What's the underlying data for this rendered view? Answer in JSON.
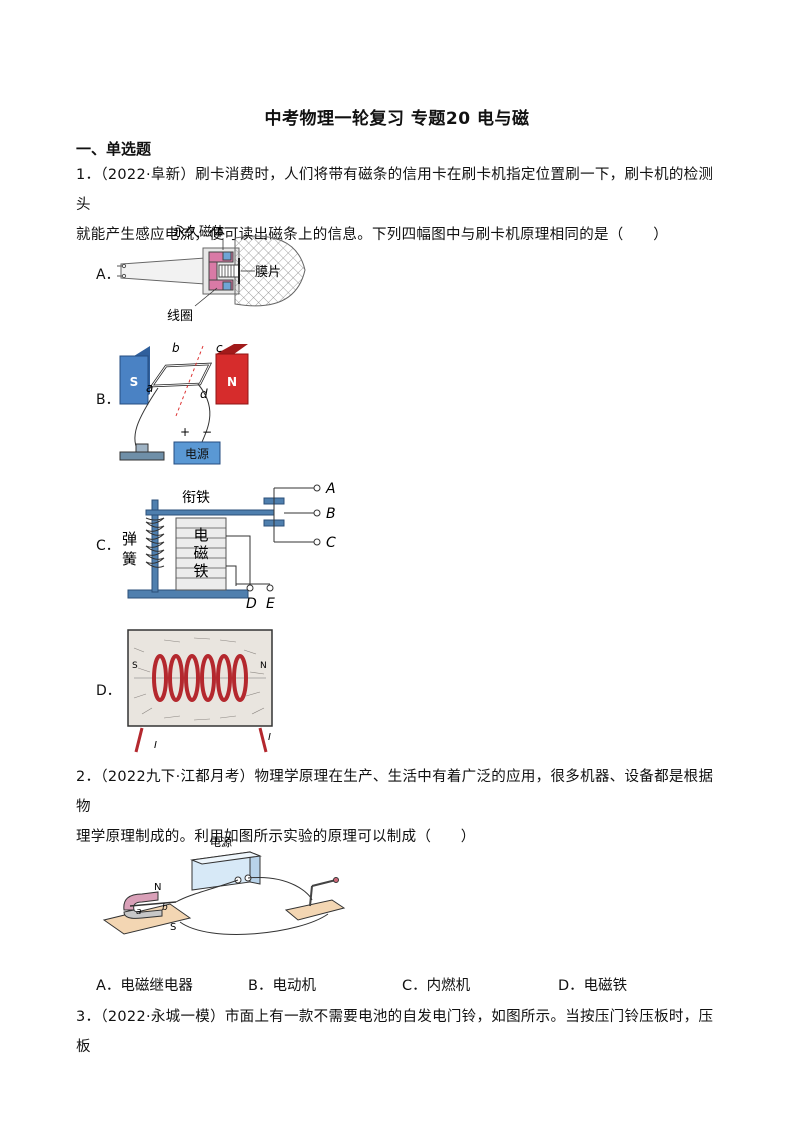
{
  "title": "中考物理一轮复习 专题20 电与磁",
  "section": "一、单选题",
  "q1": {
    "line1": "1．（2022·阜新）刷卡消费时，人们将带有磁条的信用卡在刷卡机指定位置刷一下，刷卡机的检测头",
    "line2": "就能产生感应电流，便可读出磁条上的信息。下列四幅图中与刷卡机原理相同的是（　　）",
    "options": [
      "A．",
      "B．",
      "C．",
      "D．"
    ],
    "figA": {
      "magnet": "永久磁体",
      "membrane": "膜片",
      "coil": "线圈"
    },
    "figB": {
      "s": "S",
      "n": "N",
      "a": "a",
      "b": "b",
      "c": "c",
      "d": "d",
      "plus": "+",
      "minus": "−",
      "power": "电源"
    },
    "figC": {
      "armature": "衔铁",
      "spring1": "弹",
      "spring2": "簧",
      "em1": "电",
      "em2": "磁",
      "em3": "铁",
      "A": "A",
      "B": "B",
      "C": "C",
      "D": "D",
      "E": "E"
    },
    "figD": {
      "s": "S",
      "n": "N",
      "i1": "I",
      "i2": "I"
    }
  },
  "q2": {
    "line1": "2．（2022九下·江都月考）物理学原理在生产、生活中有着广泛的应用，很多机器、设备都是根据物",
    "line2": "理学原理制成的。利用如图所示实验的原理可以制成（　　）",
    "fig": {
      "power": "电源",
      "n": "N",
      "s": "S",
      "a": "a",
      "b": "b"
    },
    "choices": [
      "A．电磁继电器",
      "B．电动机",
      "C．内燃机",
      "D．电磁铁"
    ]
  },
  "q3": {
    "line1": "3．（2022·永城一模）市面上有一款不需要电池的自发电门铃，如图所示。当按压门铃压板时，压板"
  }
}
